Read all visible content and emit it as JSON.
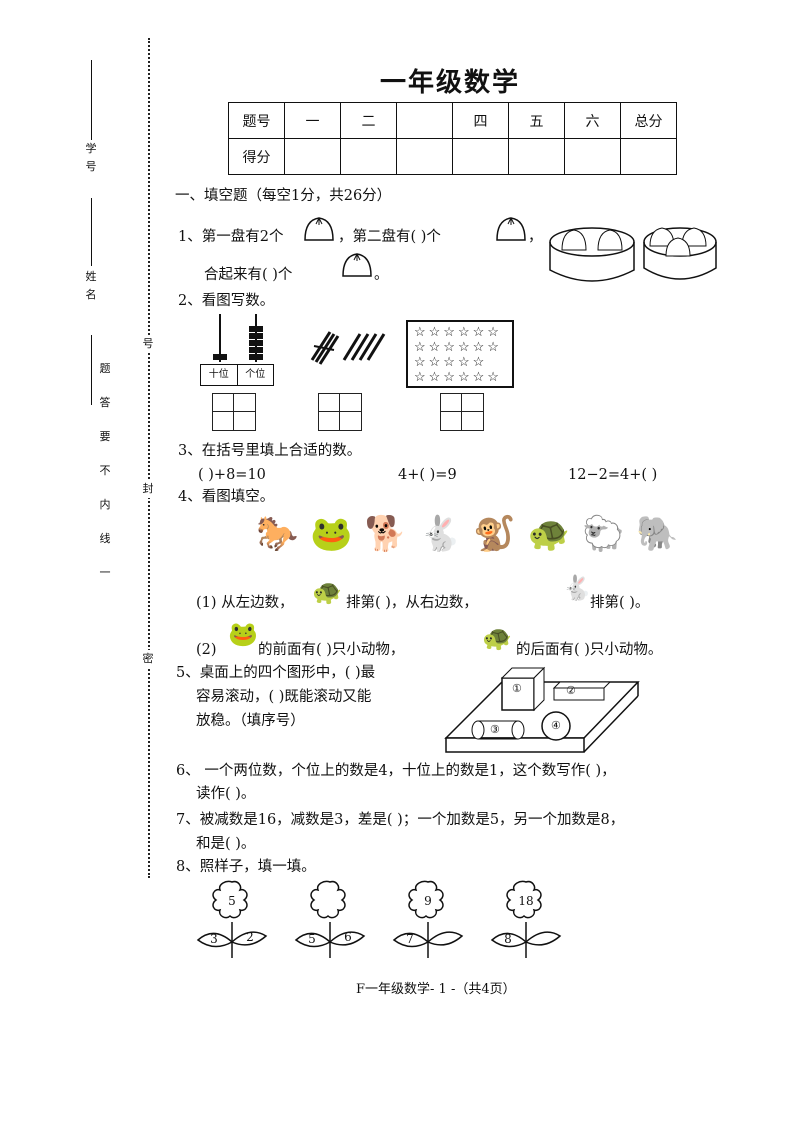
{
  "page_title": "一年级数学",
  "sidebar": {
    "field1": "学号",
    "field2": "姓名",
    "seal_text": [
      "题",
      "答",
      "要",
      "不",
      "内",
      "线",
      "一"
    ],
    "seal_text2": [
      "号",
      "封",
      "密"
    ]
  },
  "score_table": {
    "row1": [
      "题号",
      "一",
      "二",
      "",
      "四",
      "五",
      "六",
      "总分"
    ],
    "row2_label": "得分"
  },
  "section1": {
    "heading": "一、填空题（每空1分，共26分）",
    "q1_line1a": "1、第一盘有2个",
    "q1_line1b": "，第二盘有(        )个",
    "q1_line1c": "，",
    "q1_line2a": "合起来有(        )个",
    "q1_line2b": "。",
    "q2": "2、看图写数。",
    "q2_labels": [
      "十位",
      "个位"
    ],
    "q3": "3、在括号里填上合适的数。",
    "q3_items": [
      "(        )+8=10",
      "4+(        )=9",
      "12−2=4+(        )"
    ],
    "q4": "4、看图填空。",
    "q4_1a": "(1) 从左边数，",
    "q4_1b": "排第(            )，从右边数，",
    "q4_1c": "排第(            )。",
    "q4_2a": "(2)",
    "q4_2b": "的前面有(          )只小动物，",
    "q4_2c": "的后面有(          )只小动物。",
    "q5_l1": "5、桌面上的四个图形中，(         )最",
    "q5_l2": "容易滚动，(        )既能滚动又能",
    "q5_l3": "放稳。（填序号）",
    "q5_shape_labels": [
      "①",
      "②",
      "③",
      "④"
    ],
    "q6_l1": "6、  一个两位数，个位上的数是4，十位上的数是1，这个数写作(           )，",
    "q6_l2": "读作(              )。",
    "q7_l1": "7、被减数是16，减数是3，差是(            )；一个加数是5，另一个加数是8，",
    "q7_l2": "和是(              )。",
    "q8": "8、照样子，填一填。",
    "flowers": [
      {
        "top": "5",
        "left": "3",
        "right": "2"
      },
      {
        "top": "",
        "left": "5",
        "right": "6"
      },
      {
        "top": "9",
        "left": "7",
        "right": ""
      },
      {
        "top": "18",
        "left": "8",
        "right": ""
      }
    ]
  },
  "footer": "F一年级数学- 1 -（共4页）"
}
